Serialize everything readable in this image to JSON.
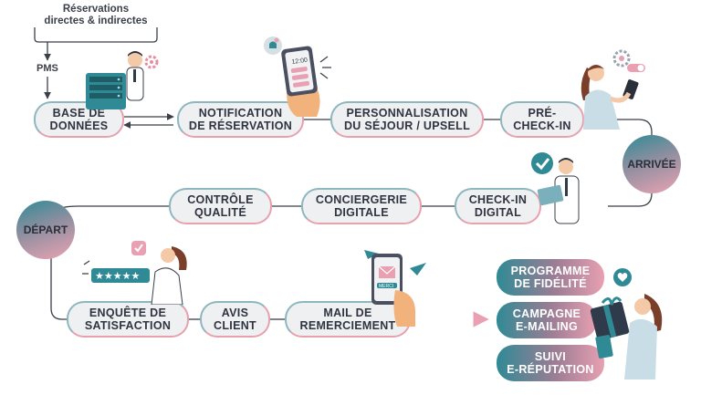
{
  "sources": {
    "line1": "Réservations",
    "line2": "directes & indirectes"
  },
  "pms": "PMS",
  "steps": {
    "base_donnees": {
      "l1": "BASE DE",
      "l2": "DONNÉES"
    },
    "notification": {
      "l1": "NOTIFICATION",
      "l2": "DE RÉSERVATION"
    },
    "personnalisation": {
      "l1": "PERSONNALISATION",
      "l2": "DU SÉJOUR / UPSELL"
    },
    "pre_checkin": {
      "l1": "PRÉ-",
      "l2": "CHECK-IN"
    },
    "arrivee": "ARRIVÉE",
    "checkin": {
      "l1": "CHECK-IN",
      "l2": "DIGITAL"
    },
    "conciergerie": {
      "l1": "CONCIERGERIE",
      "l2": "DIGITALE"
    },
    "controle": {
      "l1": "CONTRÔLE",
      "l2": "QUALITÉ"
    },
    "depart": "DÉPART",
    "enquete": {
      "l1": "ENQUÊTE DE",
      "l2": "SATISFACTION"
    },
    "avis": {
      "l1": "AVIS",
      "l2": "CLIENT"
    },
    "mail": {
      "l1": "MAIL DE",
      "l2": "REMERCIEMENT"
    }
  },
  "outcomes": {
    "fidelite": {
      "l1": "PROGRAMME",
      "l2": "DE FIDÉLITÉ"
    },
    "emailing": {
      "l1": "CAMPAGNE",
      "l2": "E-MAILING"
    },
    "reputation": {
      "l1": "SUIVI",
      "l2": "E-RÉPUTATION"
    }
  },
  "phone_time": "12:00",
  "mail_label": "MERCI",
  "rating_stars": "★★★★★",
  "colors": {
    "teal": "#2f8a95",
    "pink": "#e8a0b2",
    "line": "#3a3f48",
    "pill_bg": "#eef0f2"
  },
  "icons": [
    "server-rack-icon",
    "gear-icon",
    "bell-icon",
    "smartphone-icon",
    "toggle-icon",
    "tablet-icon",
    "checkmark-icon",
    "star-rating-icon",
    "envelope-icon",
    "paper-plane-icon",
    "heart-icon",
    "gift-icon"
  ]
}
